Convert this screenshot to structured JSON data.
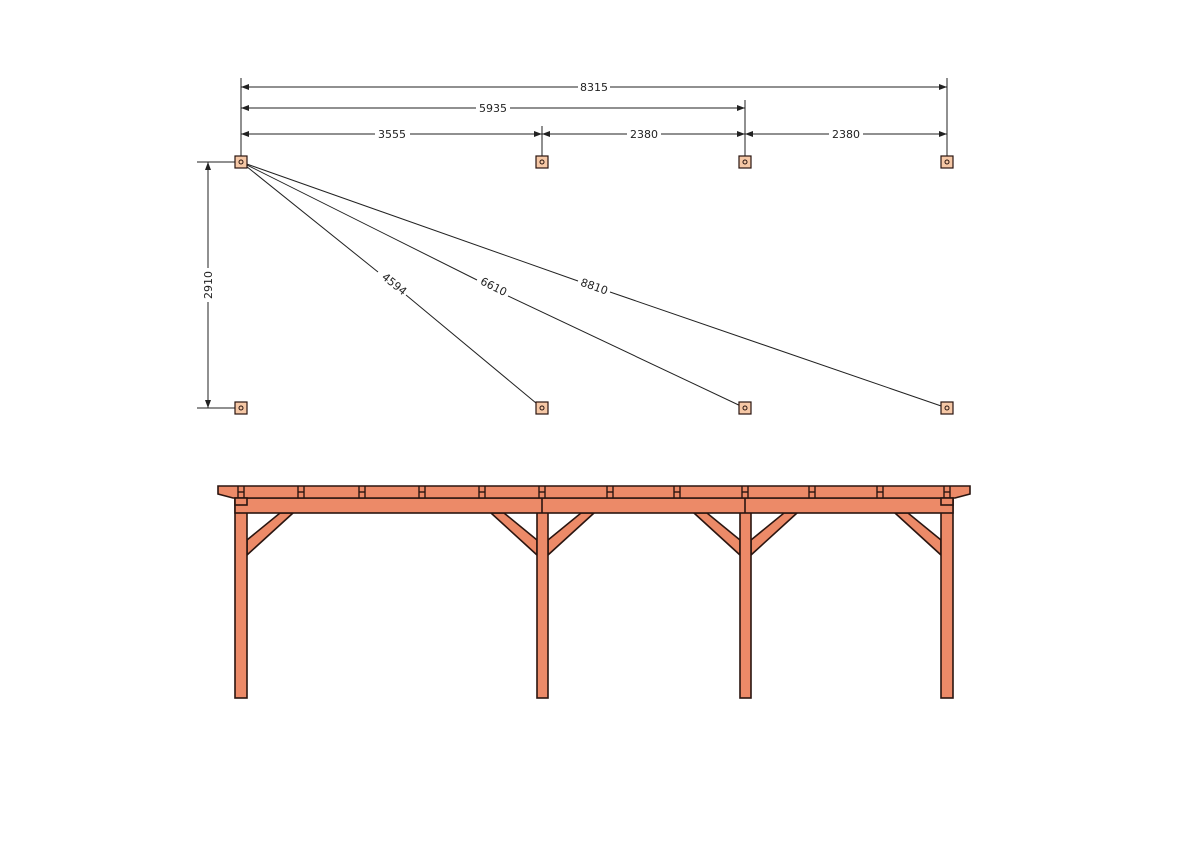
{
  "colors": {
    "wood": "#ec8a68",
    "wood_light": "#f5a987",
    "post_top": "#f6c8a6",
    "outline": "#2a1510",
    "dim_line": "#222222"
  },
  "plan_view": {
    "horizontal_dimensions": [
      {
        "label": "8315",
        "from": "post-1",
        "to": "post-4"
      },
      {
        "label": "5935",
        "from": "post-1",
        "to": "post-3"
      },
      {
        "label": "3555",
        "from": "post-1",
        "to": "post-2"
      },
      {
        "label": "2380",
        "from": "post-2",
        "to": "post-3"
      },
      {
        "label": "2380",
        "from": "post-3",
        "to": "post-4"
      }
    ],
    "vertical_dimension": {
      "label": "2910"
    },
    "diagonal_dimensions": [
      {
        "label": "4594",
        "to": "rear-post-2"
      },
      {
        "label": "6610",
        "to": "rear-post-3"
      },
      {
        "label": "8810",
        "to": "rear-post-4"
      }
    ],
    "front_posts": 4,
    "rear_posts": 4
  },
  "elevation_view": {
    "posts": 4,
    "rafters_visible": 12,
    "braces": 6
  }
}
